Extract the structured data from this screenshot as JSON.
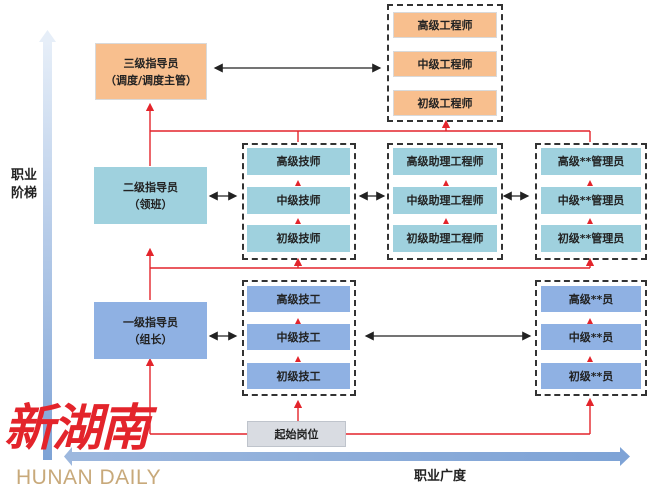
{
  "axes": {
    "vertical_label_line1": "职业",
    "vertical_label_line2": "阶梯",
    "horizontal_label": "职业广度"
  },
  "tiers": {
    "level3": {
      "title": "三级指导员",
      "subtitle": "（调度/调度主管）"
    },
    "level2": {
      "title": "二级指导员",
      "subtitle": "（领班）"
    },
    "level1": {
      "title": "一级指导员",
      "subtitle": "（组长）"
    }
  },
  "groups": {
    "engineer": [
      "高级工程师",
      "中级工程师",
      "初级工程师"
    ],
    "technician": [
      "高级技师",
      "中级技师",
      "初级技师"
    ],
    "assistant_engineer": [
      "高级助理工程师",
      "中级助理工程师",
      "初级助理工程师"
    ],
    "manager": [
      "高级**管理员",
      "中级**管理员",
      "初级**管理员"
    ],
    "worker": [
      "高级技工",
      "中级技工",
      "初级技工"
    ],
    "staff": [
      "高级**员",
      "中级**员",
      "初级**员"
    ]
  },
  "start": {
    "label": "起始岗位"
  },
  "logo": {
    "chinese": "新湖南",
    "english": "HUNAN DAILY"
  },
  "colors": {
    "orange": "#f8bf8e",
    "teal": "#9fd1de",
    "blue": "#8fb1e3",
    "gray": "#d9dce2",
    "red_line": "#e3242b",
    "axis": "#9db8de"
  }
}
